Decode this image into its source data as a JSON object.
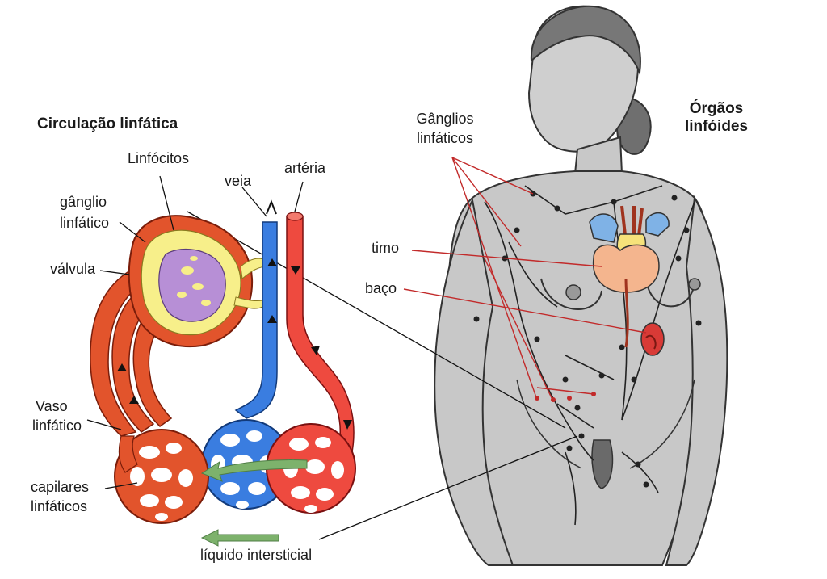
{
  "left_title": "Circulação linfática",
  "right_title": {
    "line1": "Órgãos",
    "line2": "linfóides"
  },
  "labels": {
    "linfocitos": "Linfócitos",
    "veia": "veia",
    "arteria": "artéria",
    "ganglio_line1": "gânglio",
    "ganglio_line2": "linfático",
    "valvula": "válvula",
    "vaso_line1": "Vaso",
    "vaso_line2": "linfático",
    "capilares_line1": "capilares",
    "capilares_line2": "linfáticos",
    "liquido": "líquido intersticial",
    "ganglios_line1": "Gânglios",
    "ganglios_line2": "linfáticos",
    "timo": "timo",
    "baco": "baço"
  },
  "colors": {
    "lymph_red": "#e2542c",
    "vein_blue": "#3a7de0",
    "artery_red": "#ee4a3f",
    "lymphocyte_yellow": "#f7ef8a",
    "node_purple": "#b78fd6",
    "arrow_green": "#7db26c",
    "body_gray": "#c8c8c8",
    "thymus": "#f4b58e",
    "spleen": "#d83a36"
  }
}
